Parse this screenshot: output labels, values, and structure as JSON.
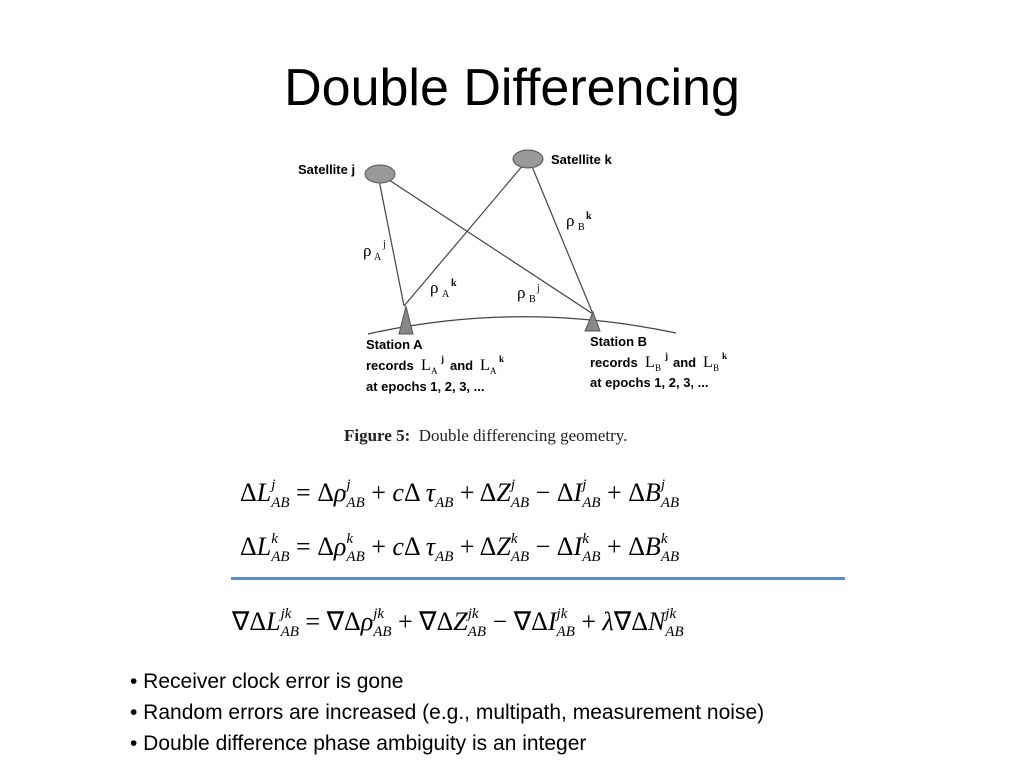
{
  "title": "Double Differencing",
  "figure": {
    "satellite_j": "Satellite j",
    "satellite_k": "Satellite k",
    "rho_A_j": "ρ",
    "rho_A_j_sub": "A",
    "rho_A_j_sup": "j",
    "rho_A_k": "ρ",
    "rho_A_k_sub": "A",
    "rho_A_k_sup": "k",
    "rho_B_j": "ρ",
    "rho_B_j_sub": "B",
    "rho_B_j_sup": "j",
    "rho_B_k": "ρ",
    "rho_B_k_sub": "B",
    "rho_B_k_sup": "k",
    "station_a": "Station A",
    "station_a_records": "records",
    "station_a_L": "L",
    "station_a_and": "and",
    "station_a_epochs": "at epochs 1, 2, 3, ...",
    "station_b": "Station B",
    "station_b_records": "records",
    "station_b_L": "L",
    "station_b_and": "and",
    "station_b_epochs": "at epochs 1, 2, 3, ...",
    "sub_A": "A",
    "sub_B": "B",
    "sup_j": "j",
    "sup_k": "k",
    "caption_bold": "Figure 5:",
    "caption_text": "Double differencing geometry."
  },
  "equations": {
    "eq1": "ΔL_AB^j = Δρ_AB^j + cΔτ_AB + ΔZ_AB^j − ΔI_AB^j + ΔB_AB^j",
    "eq2": "ΔL_AB^k = Δρ_AB^k + cΔτ_AB + ΔZ_AB^k − ΔI_AB^k + ΔB_AB^k",
    "eq3": "∇ΔL_AB^jk = ∇Δρ_AB^jk + ∇ΔZ_AB^jk − ∇ΔI_AB^jk + λ∇ΔN_AB^jk"
  },
  "bullets": [
    "• Receiver clock error is gone",
    "• Random errors are increased (e.g., multipath, measurement noise)",
    "• Double difference phase ambiguity is an integer"
  ],
  "colors": {
    "divider": "#5b8fc9",
    "satellite_fill": "#999999",
    "station_fill": "#888888"
  }
}
